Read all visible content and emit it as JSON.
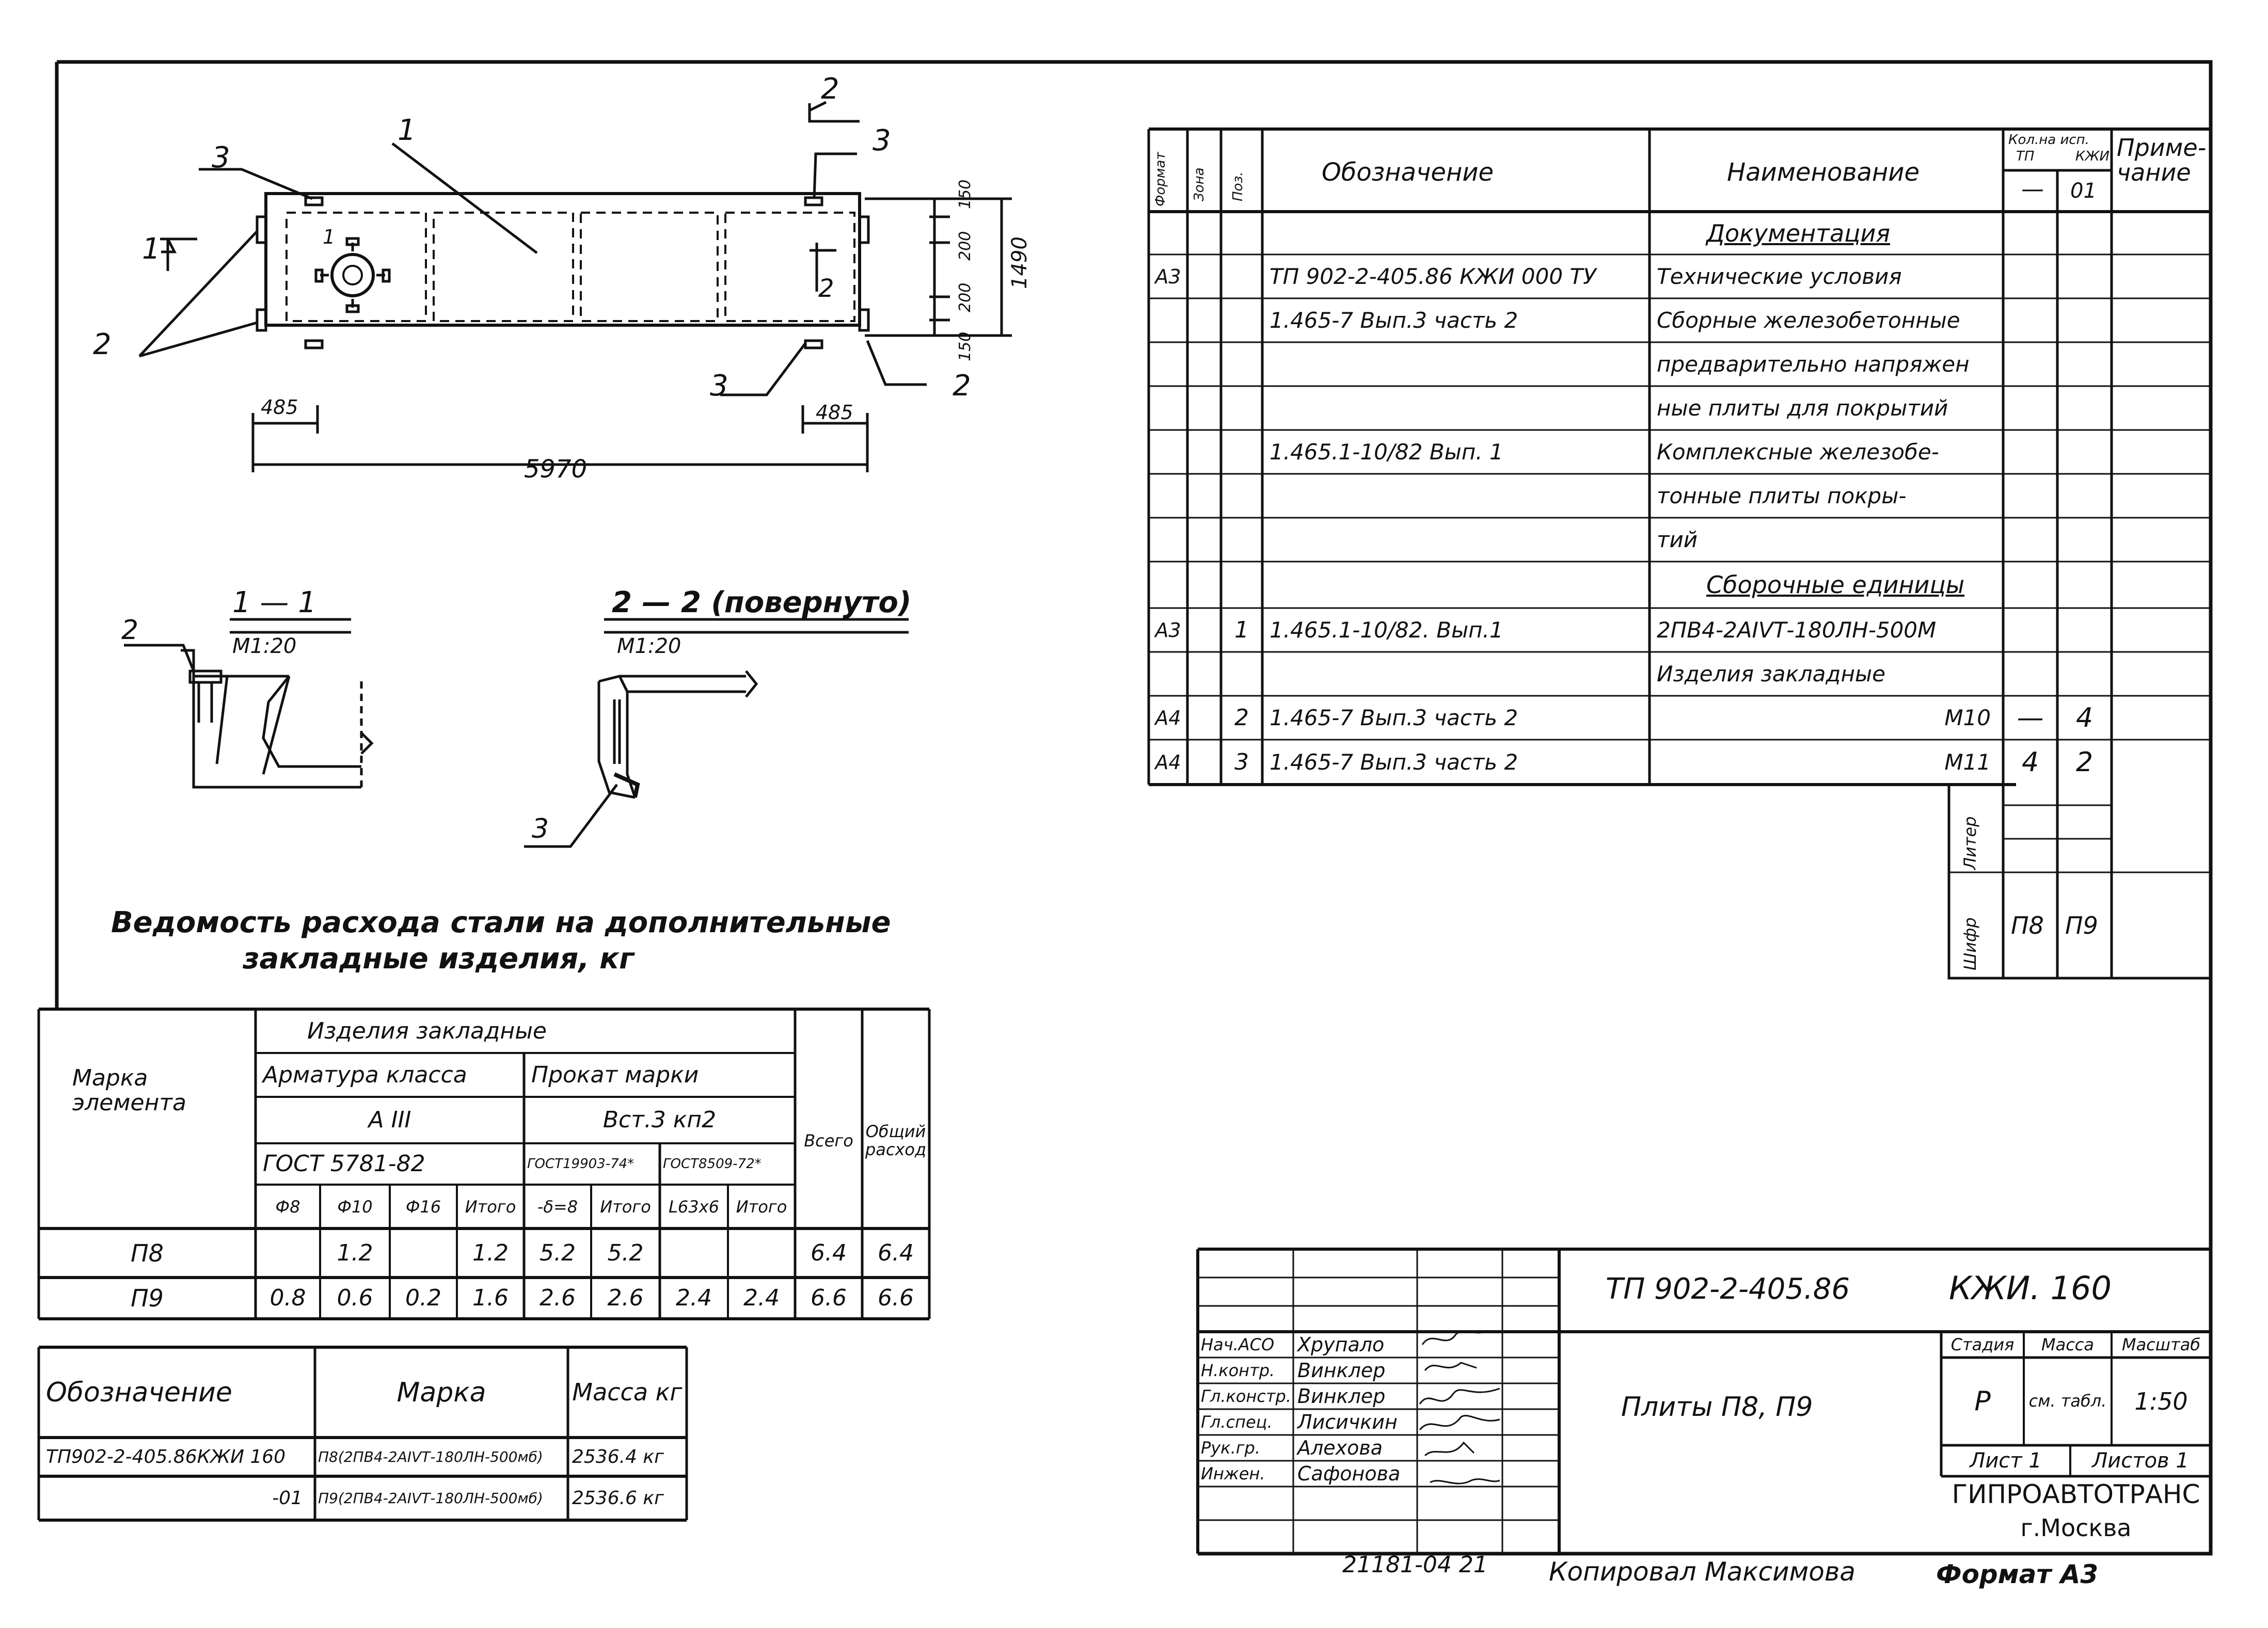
{
  "plan": {
    "width_label": "5970",
    "offset_left": "485",
    "offset_right": "485",
    "height_label": "1490",
    "dims_top": [
      "150",
      "200"
    ],
    "dims_bottom": [
      "200",
      "150"
    ],
    "callouts": [
      "1",
      "2",
      "2",
      "3",
      "3",
      "3"
    ],
    "section_markers": [
      "1",
      "1",
      "2",
      "2"
    ]
  },
  "sections": {
    "s1_title": "1 — 1",
    "s1_scale": "М1:20",
    "s1_callout": "2",
    "s2_title": "2 — 2 (повернуто)",
    "s2_scale": "М1:20",
    "s2_callout": "3"
  },
  "spec": {
    "headers": {
      "format": "Формат",
      "zone": "Зона",
      "pos": "Поз.",
      "designation": "Обозначение",
      "name": "Наименование",
      "qty_title": "Кол.на исп.",
      "qty_tp": "ТП",
      "qty_kzhi": "КЖИ",
      "qty_dash": "—",
      "qty_01": "01",
      "note": "Приме- чание"
    },
    "rows": [
      {
        "format": "",
        "pos": "",
        "designation": "",
        "name": "Документация",
        "q1": "",
        "q2": ""
      },
      {
        "format": "А3",
        "pos": "",
        "designation": "ТП 902-2-405.86 КЖИ 000 ТУ",
        "name": "Технические условия",
        "q1": "",
        "q2": ""
      },
      {
        "format": "",
        "pos": "",
        "designation": "1.465-7 Вып.3 часть 2",
        "name": "Сборные железобетонные",
        "q1": "",
        "q2": ""
      },
      {
        "format": "",
        "pos": "",
        "designation": "",
        "name": "предварительно напряжен",
        "q1": "",
        "q2": ""
      },
      {
        "format": "",
        "pos": "",
        "designation": "",
        "name": "ные плиты для покрытий",
        "q1": "",
        "q2": ""
      },
      {
        "format": "",
        "pos": "",
        "designation": "1.465.1-10/82 Вып. 1",
        "name": "Комплексные железобе-",
        "q1": "",
        "q2": ""
      },
      {
        "format": "",
        "pos": "",
        "designation": "",
        "name": "тонные плиты покры-",
        "q1": "",
        "q2": ""
      },
      {
        "format": "",
        "pos": "",
        "designation": "",
        "name": "тий",
        "q1": "",
        "q2": ""
      },
      {
        "format": "",
        "pos": "",
        "designation": "",
        "name": "Сборочные единицы",
        "q1": "",
        "q2": ""
      },
      {
        "format": "А3",
        "pos": "1",
        "designation": "1.465.1-10/82. Вып.1",
        "name": "2ПВ4-2АIVТ-180ЛН-500М",
        "q1": "",
        "q2": ""
      },
      {
        "format": "",
        "pos": "",
        "designation": "",
        "name": "Изделия закладные",
        "q1": "",
        "q2": ""
      },
      {
        "format": "А4",
        "pos": "2",
        "designation": "1.465-7 Вып.3 часть 2",
        "name": "М10",
        "q1": "—",
        "q2": "4"
      },
      {
        "format": "А4",
        "pos": "3",
        "designation": "1.465-7 Вып.3 часть 2",
        "name": "М11",
        "q1": "4",
        "q2": "2"
      }
    ],
    "liter_label": "Литер",
    "shifr_label": "Шифр",
    "shifr_values": [
      "П8",
      "П9"
    ]
  },
  "steel": {
    "title_line1": "Ведомость расхода стали на дополнительные",
    "title_line2": "закладные изделия, кг",
    "headers": {
      "mark": "Марка элемента",
      "group": "Изделия закладные",
      "armature": "Арматура класса",
      "rolled": "Прокат марки",
      "class": "А III",
      "steel_grade": "Вст.3 кп2",
      "gost_arm": "ГОСТ 5781-82",
      "gost_r1": "ГОСТ19903-74*",
      "gost_r2": "ГОСТ8509-72*",
      "total": "Всего",
      "overall": "Общий расход",
      "cols": [
        "Ф8",
        "Ф10",
        "Ф16",
        "Итого",
        "-δ=8",
        "Итого",
        "L63x6",
        "Итого"
      ]
    },
    "rows": [
      {
        "mark": "П8",
        "vals": [
          "",
          "1.2",
          "",
          "1.2",
          "5.2",
          "5.2",
          "",
          "",
          "6.4",
          "6.4"
        ]
      },
      {
        "mark": "П9",
        "vals": [
          "0.8",
          "0.6",
          "0.2",
          "1.6",
          "2.6",
          "2.6",
          "2.4",
          "2.4",
          "6.6",
          "6.6"
        ]
      }
    ]
  },
  "marks": {
    "headers": {
      "designation": "Обозначение",
      "mark": "Марка",
      "mass": "Масса кг"
    },
    "rows": [
      {
        "designation": "ТП902-2-405.86КЖИ 160",
        "mark": "П8(2ПВ4-2АIVТ-180ЛН-500мб)",
        "mass": "2536.4 кг"
      },
      {
        "designation": "-01",
        "mark": "П9(2ПВ4-2АIVТ-180ЛН-500мб)",
        "mass": "2536.6 кг"
      }
    ]
  },
  "title_block": {
    "project": "ТП 902-2-405.86",
    "code": "КЖИ. 160",
    "sheet_name": "Плиты П8, П9",
    "stage_label": "Стадия",
    "mass_label": "Масса",
    "scale_label": "Масштаб",
    "stage": "Р",
    "mass": "см. табл.",
    "scale": "1:50",
    "sheet_label": "Лист 1",
    "sheets_label": "Листов 1",
    "org": "ГИПРОАВТОТРАНС",
    "city": "г.Москва",
    "people": [
      {
        "role": "Нач.АСО",
        "name": "Хрупало"
      },
      {
        "role": "Н.контр.",
        "name": "Винклер"
      },
      {
        "role": "Гл.констр.",
        "name": "Винклер"
      },
      {
        "role": "Гл.спец.",
        "name": "Лисичкин"
      },
      {
        "role": "Рук.гр.",
        "name": "Алехова"
      },
      {
        "role": "Инжен.",
        "name": "Сафонова"
      }
    ]
  },
  "footer": {
    "inventory": "21181-04 21",
    "copied": "Копировал Максимова",
    "format": "Формат А3"
  }
}
